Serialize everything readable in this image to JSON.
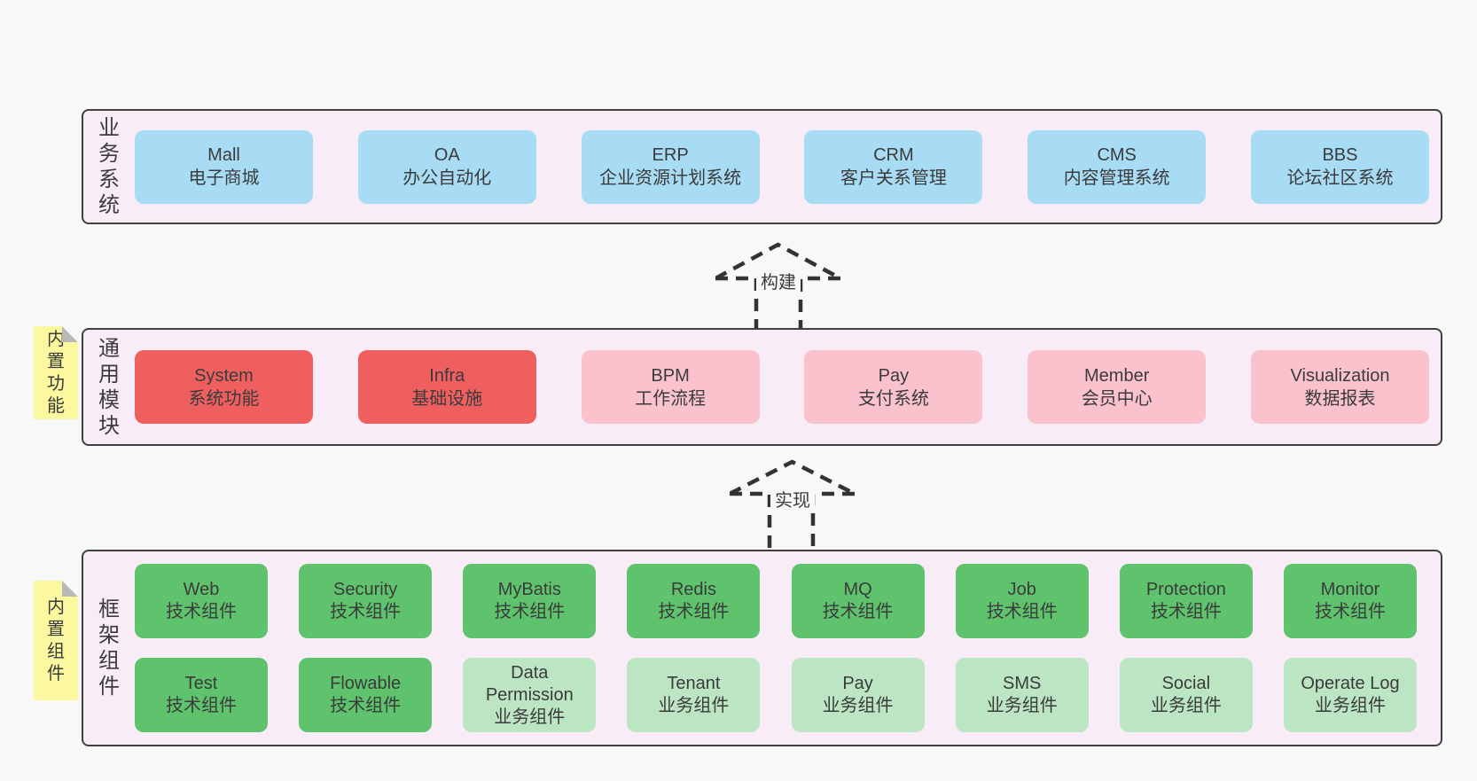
{
  "colors": {
    "page_bg": "#f8f8f8",
    "container_bg": "#f8edf7",
    "border": "#404040",
    "note_yellow": "#fbf89f",
    "fold_gray": "#b9b9b9",
    "text": "#3b3b3b",
    "blue": "#a8dcf4",
    "red": "#ef5f5f",
    "pink": "#f9c2cd",
    "green": "#5fc36d",
    "greenLight": "#bce6c3"
  },
  "arrows": [
    {
      "label": "构建"
    },
    {
      "label": "实现"
    }
  ],
  "sections": [
    {
      "side_label": "业务系统",
      "note": "",
      "rows": [
        [
          {
            "name": "Mall",
            "desc": "电子商城",
            "variant": "blue"
          },
          {
            "name": "OA",
            "desc": "办公自动化",
            "variant": "blue"
          },
          {
            "name": "ERP",
            "desc": "企业资源计划系统",
            "variant": "blue"
          },
          {
            "name": "CRM",
            "desc": "客户关系管理",
            "variant": "blue"
          },
          {
            "name": "CMS",
            "desc": "内容管理系统",
            "variant": "blue"
          },
          {
            "name": "BBS",
            "desc": "论坛社区系统",
            "variant": "blue"
          }
        ]
      ]
    },
    {
      "side_label": "通用模块",
      "note": "内置功能",
      "rows": [
        [
          {
            "name": "System",
            "desc": "系统功能",
            "variant": "red"
          },
          {
            "name": "Infra",
            "desc": "基础设施",
            "variant": "red"
          },
          {
            "name": "BPM",
            "desc": "工作流程",
            "variant": "pink"
          },
          {
            "name": "Pay",
            "desc": "支付系统",
            "variant": "pink"
          },
          {
            "name": "Member",
            "desc": "会员中心",
            "variant": "pink"
          },
          {
            "name": "Visualization",
            "desc": "数据报表",
            "variant": "pink"
          }
        ]
      ]
    },
    {
      "side_label": "框架组件",
      "note": "内置组件",
      "rows": [
        [
          {
            "name": "Web",
            "desc": "技术组件",
            "variant": "green"
          },
          {
            "name": "Security",
            "desc": "技术组件",
            "variant": "green"
          },
          {
            "name": "MyBatis",
            "desc": "技术组件",
            "variant": "green"
          },
          {
            "name": "Redis",
            "desc": "技术组件",
            "variant": "green"
          },
          {
            "name": "MQ",
            "desc": "技术组件",
            "variant": "green"
          },
          {
            "name": "Job",
            "desc": "技术组件",
            "variant": "green"
          },
          {
            "name": "Protection",
            "desc": "技术组件",
            "variant": "green"
          },
          {
            "name": "Monitor",
            "desc": "技术组件",
            "variant": "green"
          }
        ],
        [
          {
            "name": "Test",
            "desc": "技术组件",
            "variant": "green"
          },
          {
            "name": "Flowable",
            "desc": "技术组件",
            "variant": "green"
          },
          {
            "name": "Data Permission",
            "desc": "业务组件",
            "variant": "greenLight"
          },
          {
            "name": "Tenant",
            "desc": "业务组件",
            "variant": "greenLight"
          },
          {
            "name": "Pay",
            "desc": "业务组件",
            "variant": "greenLight"
          },
          {
            "name": "SMS",
            "desc": "业务组件",
            "variant": "greenLight"
          },
          {
            "name": "Social",
            "desc": "业务组件",
            "variant": "greenLight"
          },
          {
            "name": "Operate Log",
            "desc": "业务组件",
            "variant": "greenLight"
          }
        ]
      ]
    }
  ]
}
